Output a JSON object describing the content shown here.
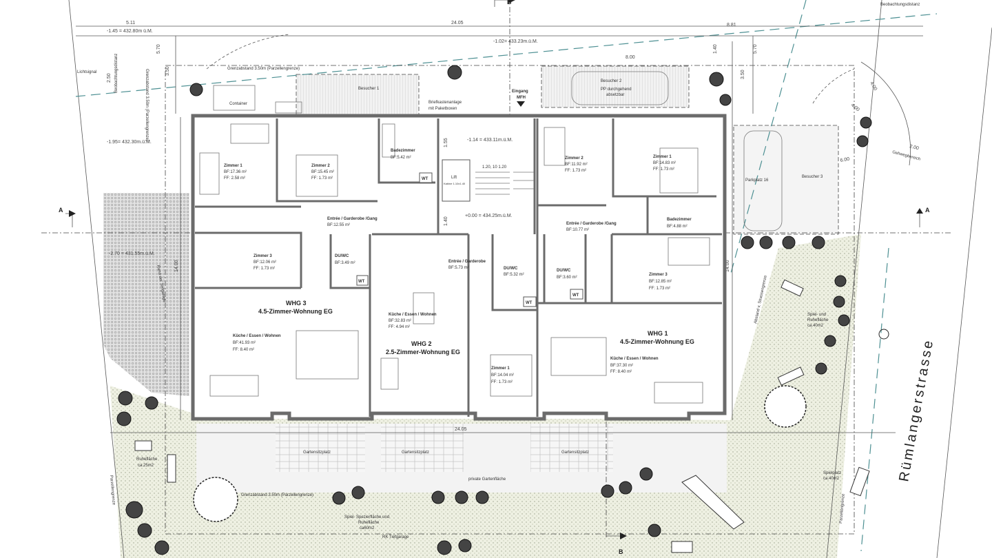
{
  "plan": {
    "colors": {
      "wall": "#6b6b6b",
      "garden": "#eef0e2",
      "gravel": "#d9d9d9",
      "boundary": "#4c8f92"
    },
    "section_marks": {
      "a_left": "A",
      "a_right": "A",
      "b_top": "B",
      "b_bottom": "B"
    },
    "street": "Rümlangerstrasse",
    "dimensions": {
      "top_left": "5.11",
      "top_total": "24.05",
      "top_right": "8.81",
      "bottom_total": "24.05",
      "v_570_left": "5.70",
      "v_350_left": "3.50",
      "v_250": "2.50",
      "v_140": "1.40",
      "h_800": "8.00",
      "v_570_right": "5.70",
      "v_350_right": "3.50",
      "r_400a": "4.00",
      "r_400b": "4.00",
      "r_600": "6.00",
      "r_200": "2.00",
      "depth_left": "14.00",
      "depth_right": "14.00",
      "stair_155": "1.55",
      "stair_140": "1.40",
      "stair_w": "1.20, 10 1.20"
    },
    "elevations": {
      "nw": "-1.45 = 432.80m ü.M.",
      "n": "-1.02= 433.23m.ü.M.",
      "stair": "-1.14 = 433.11m.ü.M.",
      "floor": "+0.00 = 434.25m.ü.M.",
      "w": "-1.95= 432.30m.ü.M.",
      "sw": "-2.70 = 431.55m.ü.M."
    },
    "site_labels": {
      "beob_left": "Beobachtungsdistanz",
      "beob_right": "Beobachtungsdistanz",
      "lichtsignal": "Lichtsignal",
      "grenz_top": "Grenzabstand 3.50m (Parzellengrenze)",
      "grenz_left": "Grenzabstand 3.50m (Parzellengrenze)",
      "grenz_bottom": "Grenzabstand 3.50m (Parzellengrenze)",
      "container": "Container",
      "besucher1": "Besucher 1",
      "briefkasten1": "Briefkastenanlage",
      "briefkasten2": "mit Paketboxen",
      "eingang1": "Eingang",
      "eingang2": "MFH",
      "besucher2": "Besucher 2",
      "pp1": "PP durchgehend",
      "pp2": "absetzbar",
      "gehweg": "Gehwegbereich",
      "parkplatz": "Parkplatz 16",
      "besucher3": "Besucher 3",
      "lift": "Lift",
      "kabine": "Kabine 1.10x1.40",
      "garten1": "Gartensitzplatz",
      "garten2": "Gartensitzplatz",
      "garten3": "Gartensitzplatz",
      "private": "private Gartenfläche",
      "spiel1": "Spiel- Spezierfläche und",
      "spiel2": "Ruhefläche",
      "spiel3": "ca60m2",
      "tiefgarage": "RK Tiefgarage",
      "ruhe1": "Ruhefläche",
      "ruhe2": "ca.25m2",
      "spielplatz1": "Spielplatz",
      "spielplatz2": "ca.40m2",
      "spielruhe1": "Spiel- und",
      "spielruhe2": "Ruhefläche",
      "spielruhe3": "ca.40m2",
      "parzelle_l": "Parzellengrenze",
      "parzelle_r": "Parzellengrenze",
      "rand": "Rand der Tiefgarage",
      "abstand_str": "Abstand v. Strassengrenze"
    },
    "units": {
      "whg3": {
        "title": "WHG 3",
        "subtitle": "4.5-Zimmer-Wohnung EG"
      },
      "whg2": {
        "title": "WHG 2",
        "subtitle": "2.5-Zimmer-Wohnung EG"
      },
      "whg1": {
        "title": "WHG 1",
        "subtitle": "4.5-Zimmer-Wohnung EG"
      }
    },
    "rooms": [
      {
        "name": "Zimmer 1",
        "bf": "BF:17.36 m²",
        "ff": "FF:  2.58 m²"
      },
      {
        "name": "Zimmer 2",
        "bf": "BF:15.45 m²",
        "ff": "FF:  1.73 m²"
      },
      {
        "name": "Badezimmer",
        "bf": "BF:5.42 m²",
        "ff": ""
      },
      {
        "name": "Entrée / Garderobe /Gang",
        "bf": "BF:12.55 m²",
        "ff": ""
      },
      {
        "name": "Zimmer 3",
        "bf": "BF:12.06 m²",
        "ff": "FF:  1.73 m²"
      },
      {
        "name": "DU/WC",
        "bf": "BF:3.49 m²",
        "ff": ""
      },
      {
        "name": "Küche / Essen / Wohnen",
        "bf": "BF:41.93 m²",
        "ff": "FF:  8.40 m²"
      },
      {
        "name": "Entrée / Garderobe",
        "bf": "BF:5.73 m²",
        "ff": ""
      },
      {
        "name": "Küche / Essen / Wohnen",
        "bf": "BF:32.83 m²",
        "ff": "FF:  4.94 m²"
      },
      {
        "name": "DU/WC",
        "bf": "BF:5.32 m²",
        "ff": ""
      },
      {
        "name": "Zimmer 1",
        "bf": "BF:14.04 m²",
        "ff": "FF:  1.73 m²"
      },
      {
        "name": "Zimmer 2",
        "bf": "BF:11.92 m²",
        "ff": "FF:  1.73 m²"
      },
      {
        "name": "Zimmer 1",
        "bf": "BF:14.83 m²",
        "ff": "FF:  1.73 m²"
      },
      {
        "name": "Entrée / Garderobe /Gang",
        "bf": "BF:10.77 m²",
        "ff": ""
      },
      {
        "name": "Badezimmer",
        "bf": "BF:4.88 m²",
        "ff": ""
      },
      {
        "name": "DU/WC",
        "bf": "BF:3.60 m²",
        "ff": ""
      },
      {
        "name": "Zimmer 3",
        "bf": "BF:12.85 m²",
        "ff": "FF:  1.73 m²"
      },
      {
        "name": "Küche / Essen / Wohnen",
        "bf": "BF:37.30 m²",
        "ff": "FF:  8.40 m²"
      }
    ],
    "wt": [
      "WT",
      "WT",
      "WT",
      "WT"
    ]
  }
}
